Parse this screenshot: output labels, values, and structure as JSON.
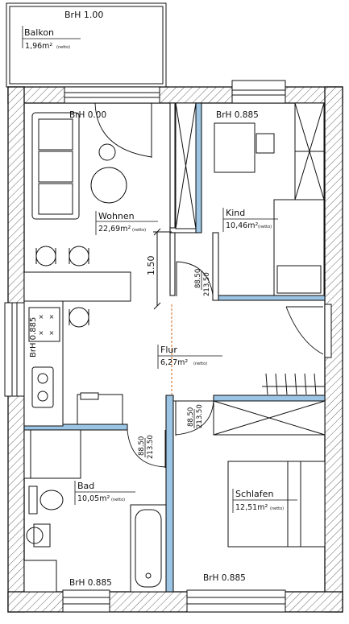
{
  "plan": {
    "balcony": {
      "sill": "BrH  1.00",
      "name": "Balkon",
      "area": "1,96m²",
      "note": "(netto)"
    },
    "rooms": [
      {
        "key": "wohnen",
        "name": "Wohnen",
        "area": "22,69m²",
        "note": "(netto)"
      },
      {
        "key": "kind",
        "name": "Kind",
        "area": "10,46m²",
        "note": "(netto)"
      },
      {
        "key": "flur",
        "name": "Flur",
        "area": "6,27m²",
        "note": "(netto)"
      },
      {
        "key": "bad",
        "name": "Bad",
        "area": "10,05m²",
        "note": "(netto)"
      },
      {
        "key": "schlafen",
        "name": "Schlafen",
        "area": "12,51m²",
        "note": "(netto)"
      }
    ],
    "sill_heights": {
      "living_window": "BrH  0.00",
      "child_window": "BrH  0.885",
      "kitchen_window": "BrH  0.885",
      "bath_window": "BrH  0.885",
      "bedroom_window": "BrH  0.885"
    },
    "dimensions": {
      "living_passage": "1.50",
      "door_child_w": "88.50",
      "door_child_h": "213.50",
      "door_bedroom_w": "88.50",
      "door_bedroom_h": "213.50",
      "door_bath_w": "88.50",
      "door_bath_h": "213.50"
    },
    "colors": {
      "wall_hatch": "#555555",
      "insulation": "#9cc4e4",
      "opening_line": "#d2691e"
    }
  }
}
